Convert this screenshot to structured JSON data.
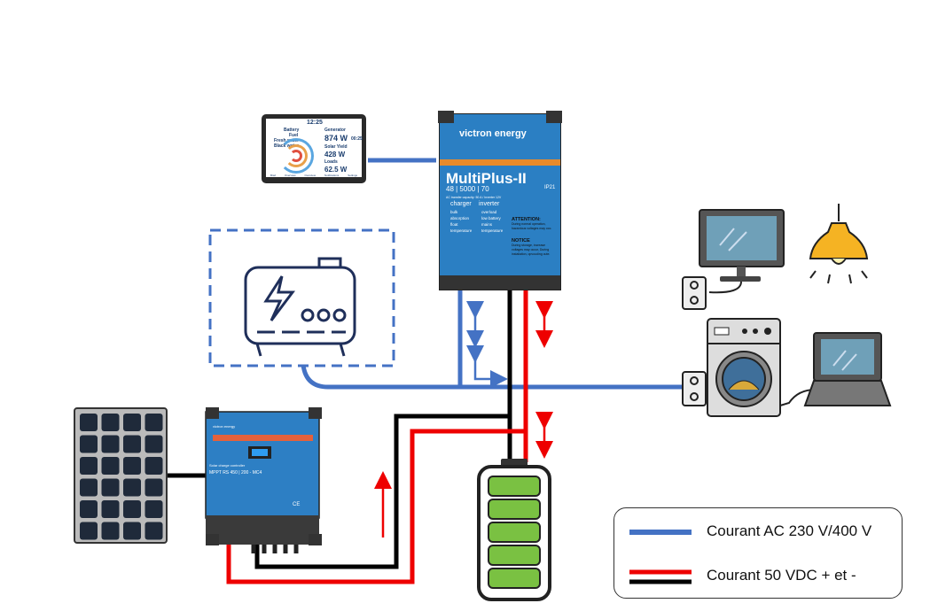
{
  "legend": {
    "ac_label": "Courant AC 230 V/400 V",
    "dc_label": "Courant 50 VDC + et -"
  },
  "colors": {
    "ac": "#4472c4",
    "dc_positive": "#ee0000",
    "dc_negative": "#000000",
    "victron_blue": "#2b7fc3",
    "battery_green": "#7ac142"
  },
  "display": {
    "time": "12:25",
    "labels": [
      "Battery",
      "Fuel",
      "Fresh water",
      "Black water"
    ],
    "generator_label": "Generator",
    "generator_value": "874 W",
    "generator_time": "00:25",
    "solar_label": "Solar Yield",
    "solar_value": "428 W",
    "loads_label": "Loads",
    "loads_value": "62.5 W",
    "nav": [
      "Brief",
      "Overview",
      "Overview",
      "Notifications",
      "Settings"
    ]
  },
  "multiplus": {
    "brand": "victron energy",
    "model": "MultiPlus-II",
    "rating": "48 | 5000 | 70",
    "subtitle": "AC transfer capacity: 50 A / Inverter 12V",
    "charger_title": "charger",
    "charger_leds": [
      "bulk",
      "absorption",
      "float",
      "temperature"
    ],
    "inverter_title": "inverter",
    "inverter_leds": [
      "overload",
      "low battery",
      "mains",
      "temperature"
    ],
    "ip": "IP21",
    "attention_title": "ATTENTION:",
    "attention_text": "During normal operation, hazardous voltages may occ.",
    "notice_title": "NOTICE",
    "notice_text": "During storage, increase voltages may occur, During installation, opvouding oute."
  },
  "mppt": {
    "brand": "victron energy",
    "type": "Solar charge controller",
    "model": "MPPT RS 450 | 200 - MC4",
    "marks": "CE"
  }
}
